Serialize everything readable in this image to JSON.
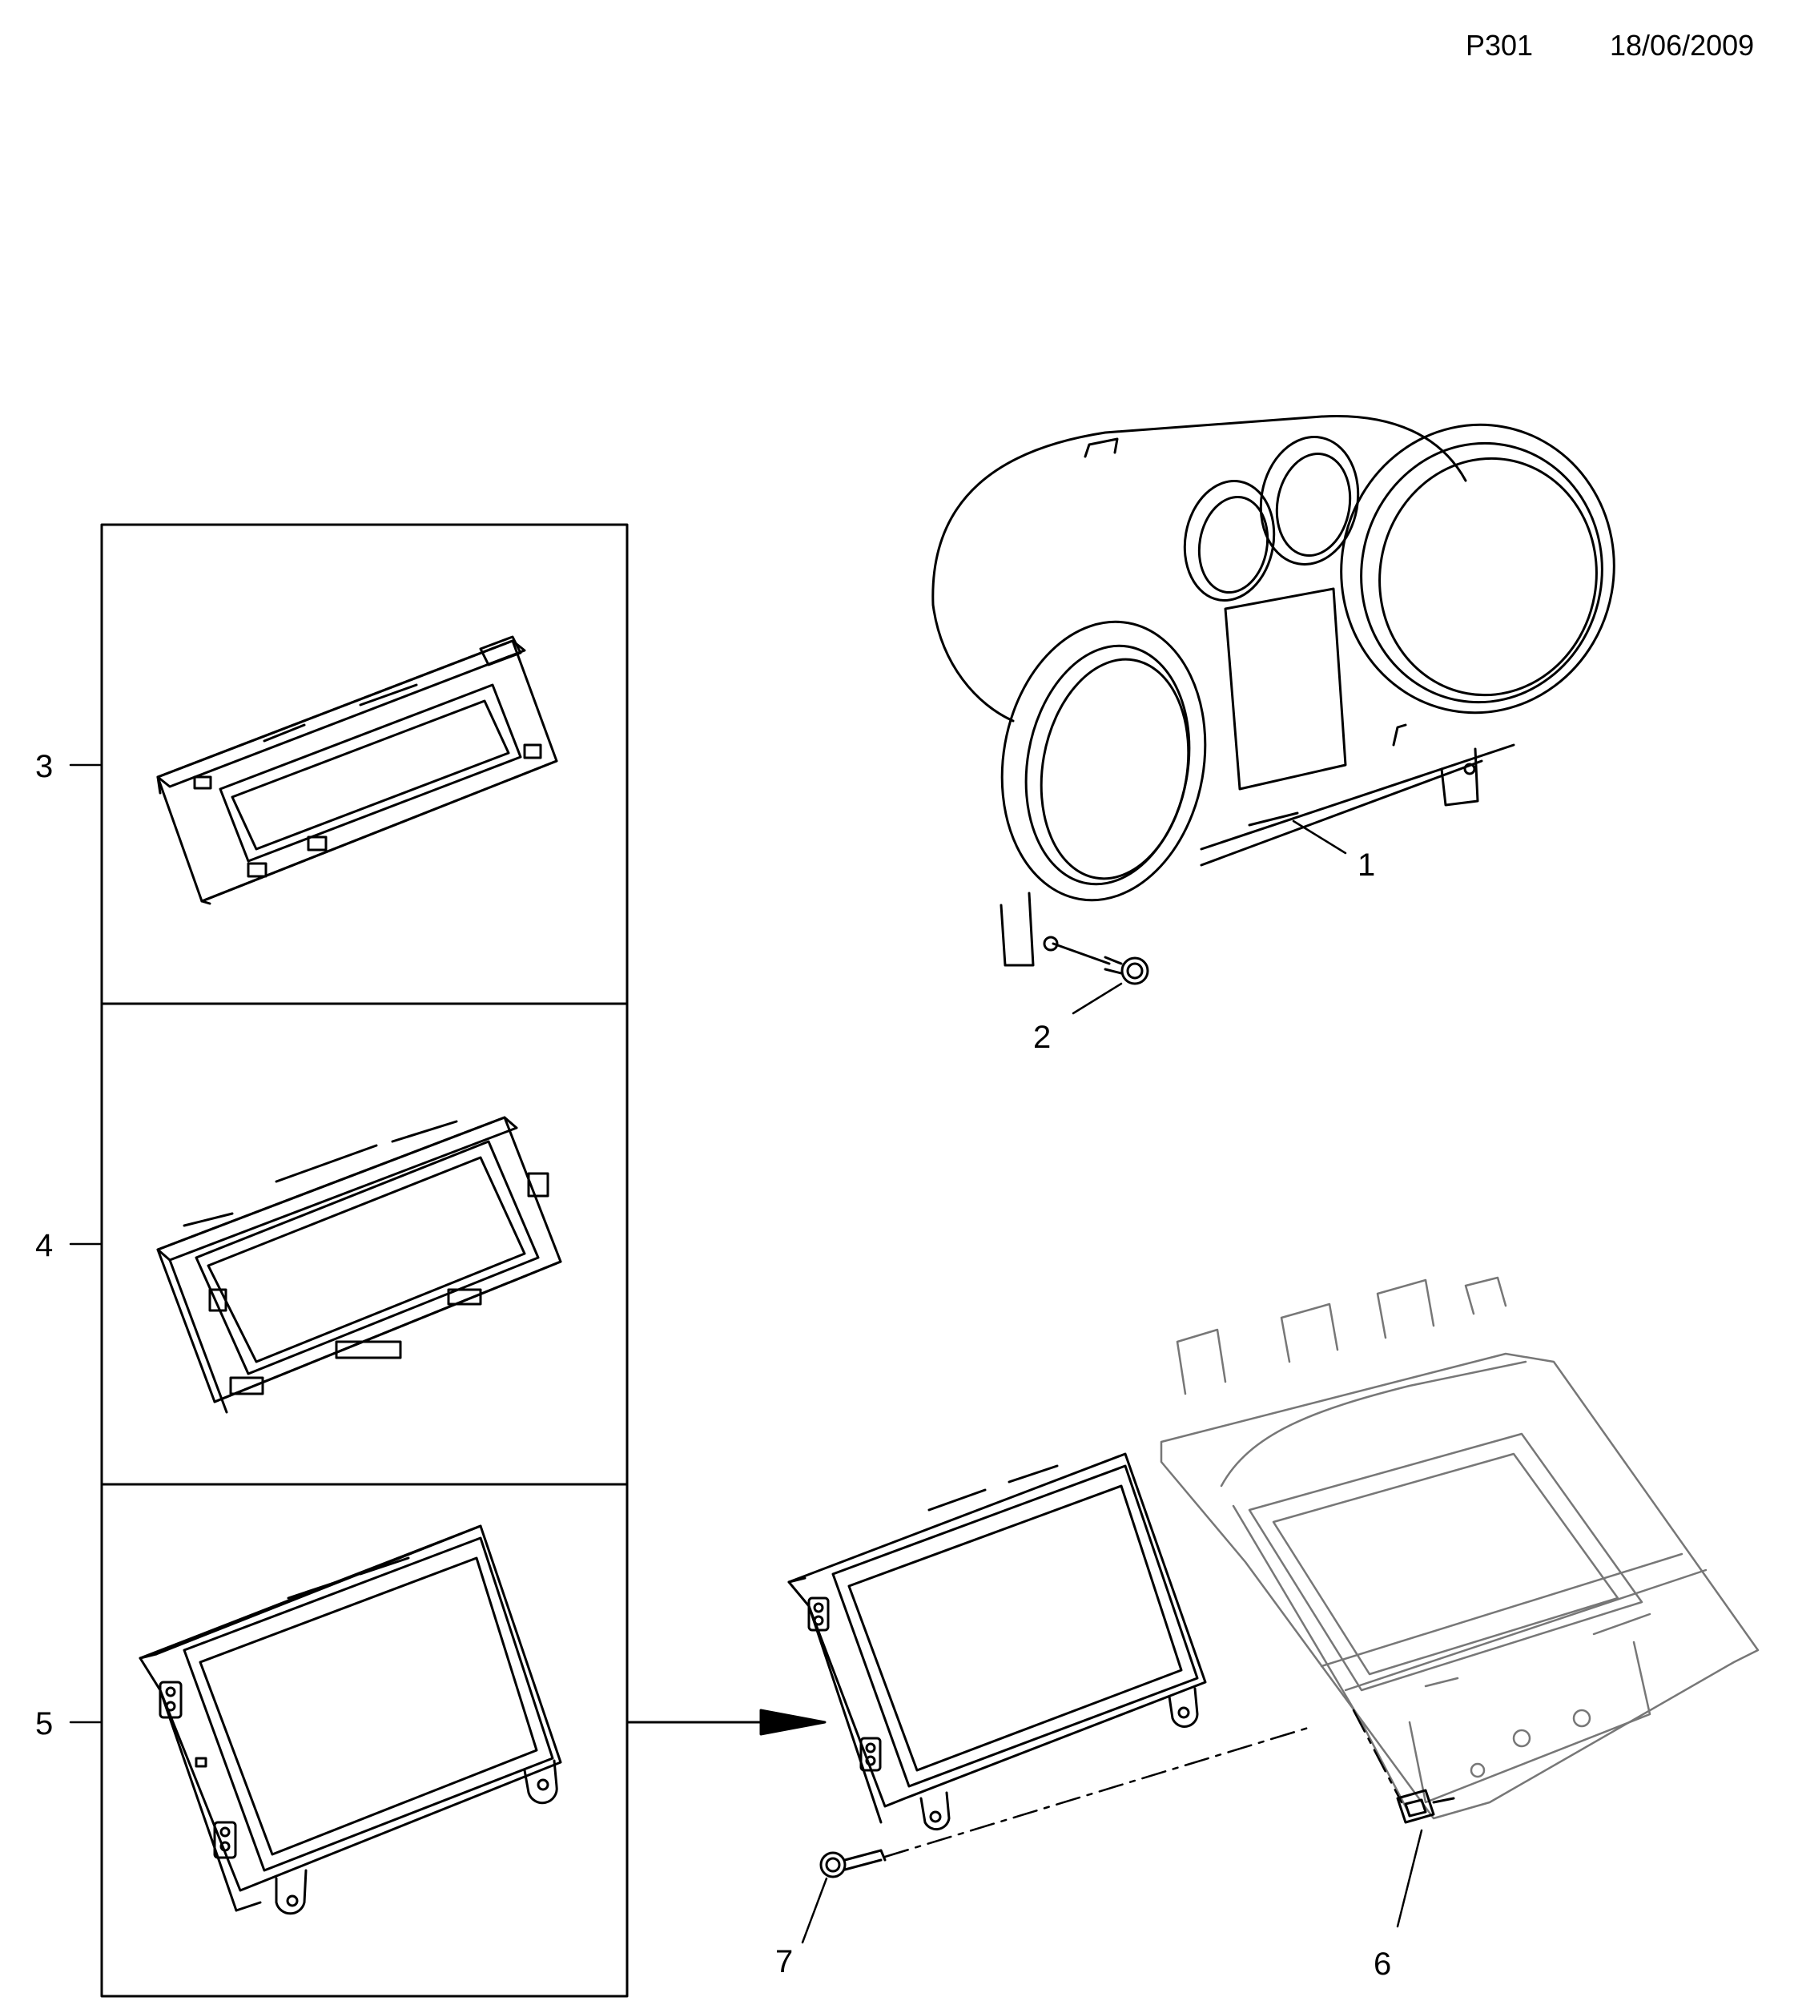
{
  "header": {
    "code": "P301",
    "date": "18/06/2009"
  },
  "callouts": {
    "c1": "1",
    "c2": "2",
    "c3": "3",
    "c4": "4",
    "c5": "5",
    "c6": "6",
    "c7": "7"
  },
  "parts": [
    {
      "label": "1",
      "item": "instrument-cluster"
    },
    {
      "label": "2",
      "item": "screw"
    },
    {
      "label": "3",
      "item": "display-module-small"
    },
    {
      "label": "4",
      "item": "display-module-medium"
    },
    {
      "label": "5",
      "item": "display-module-large"
    },
    {
      "label": "6",
      "item": "connector-clip"
    },
    {
      "label": "7",
      "item": "screw"
    }
  ]
}
